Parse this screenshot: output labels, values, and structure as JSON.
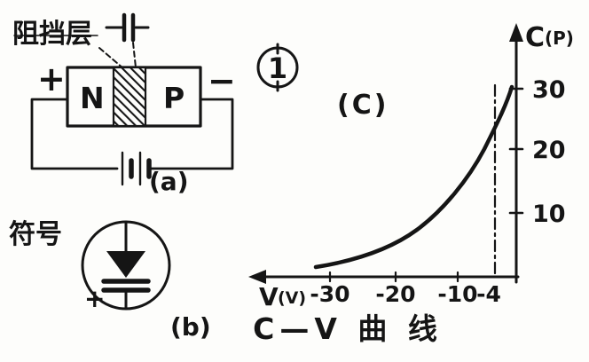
{
  "chart_data": {
    "type": "line",
    "title": "C—V 曲线",
    "xlabel": "V(V)",
    "ylabel": "C(P)",
    "x_ticks": [
      -30,
      -20,
      -10,
      -4
    ],
    "y_ticks": [
      10,
      20,
      30
    ],
    "x_range": [
      -35,
      0
    ],
    "y_range": [
      0,
      33
    ],
    "series": [
      {
        "name": "varactor junction capacitance vs reverse voltage",
        "x": [
          -32,
          -30,
          -25,
          -20,
          -15,
          -10,
          -6,
          -4
        ],
        "y": [
          2.5,
          3,
          4.5,
          6.5,
          10,
          15,
          22,
          30
        ]
      }
    ],
    "legend": "none",
    "grid": "off",
    "annotations": [
      "dash-dot vertical guide line at V = -4"
    ]
  },
  "figure": {
    "badge": "1",
    "part_a": {
      "barrier_label": "阻挡层",
      "n_region": "N",
      "p_region": "P",
      "plus": "+",
      "minus": "−",
      "caption": "(a)"
    },
    "part_b": {
      "symbol_label": "符号",
      "plus": "+",
      "caption": "(b)"
    },
    "part_c": {
      "caption": "(C)",
      "y_label_main": "C",
      "y_label_unit": "(P)",
      "x_label_main": "V",
      "x_label_unit": "(V)",
      "y_tick_labels": [
        "30",
        "20",
        "10"
      ],
      "x_tick_labels": [
        "-30",
        "-20",
        "-10",
        "-4"
      ],
      "title": "C—V 曲 线"
    }
  }
}
